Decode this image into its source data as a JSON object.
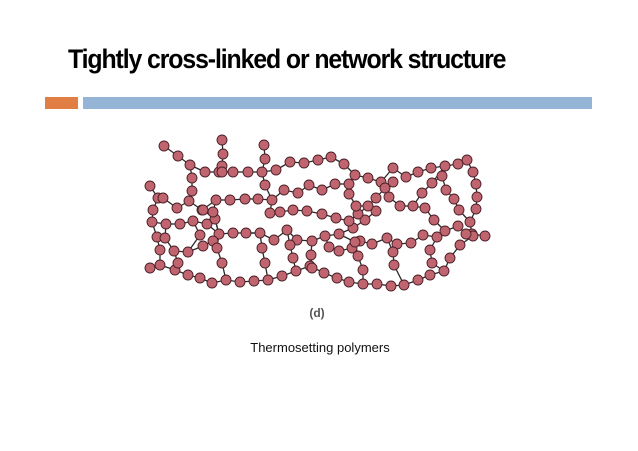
{
  "slide": {
    "title": "Tightly cross-linked or network structure",
    "panel_label": "(d)",
    "caption": "Thermosetting polymers"
  },
  "colors": {
    "accent_orange": "#e07e43",
    "accent_blue": "#94b5d6",
    "bead_fill": "#c06470",
    "bead_stroke": "#4a2026",
    "bond": "#2a2a2a"
  },
  "icons": {
    "monomer": "monomer-bead-icon"
  }
}
